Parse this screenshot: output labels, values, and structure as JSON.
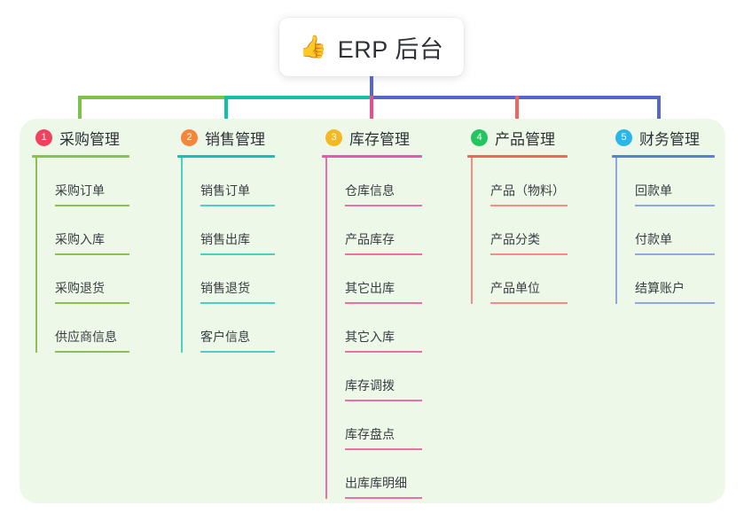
{
  "root": {
    "icon": "thumbs-up-icon",
    "emoji": "👍",
    "label": "ERP 后台"
  },
  "palette": {
    "panel_background": "#eef8e9",
    "page_background": "#ffffff",
    "root_stem": "#5566cc",
    "bus_green": "#7ec04a",
    "bus_teal": "#12bfa8",
    "bus_blue": "#5566cc",
    "text": "#2f3136"
  },
  "columns": [
    {
      "number": "1",
      "title": "采购管理",
      "badge_color": "#f0425e",
      "rule_color": "#8cc152",
      "leaf_color": "#8cc152",
      "spine_color": "#8cc152",
      "leaves": [
        {
          "label": "采购订单"
        },
        {
          "label": "采购入库"
        },
        {
          "label": "采购退货"
        },
        {
          "label": "供应商信息"
        }
      ]
    },
    {
      "number": "2",
      "title": "销售管理",
      "badge_color": "#f5873a",
      "rule_color": "#16c0b0",
      "leaf_color": "#4ecdc4",
      "spine_color": "#4ecdc4",
      "leaves": [
        {
          "label": "销售订单"
        },
        {
          "label": "销售出库"
        },
        {
          "label": "销售退货"
        },
        {
          "label": "客户信息"
        }
      ]
    },
    {
      "number": "3",
      "title": "库存管理",
      "badge_color": "#f5b820",
      "rule_color": "#e858a8",
      "leaf_color": "#ec6fa8",
      "spine_color": "#ec6fa8",
      "leaves": [
        {
          "label": "仓库信息"
        },
        {
          "label": "产品库存"
        },
        {
          "label": "其它出库"
        },
        {
          "label": "其它入库"
        },
        {
          "label": "库存调拨"
        },
        {
          "label": "库存盘点"
        },
        {
          "label": "出库库明细"
        }
      ]
    },
    {
      "number": "4",
      "title": "产品管理",
      "badge_color": "#22c55e",
      "rule_color": "#f4635c",
      "leaf_color": "#f58d86",
      "spine_color": "#f58d86",
      "leaves": [
        {
          "label": "产品（物料）",
          "wide": true
        },
        {
          "label": "产品分类"
        },
        {
          "label": "产品单位"
        }
      ]
    },
    {
      "number": "5",
      "title": "财务管理",
      "badge_color": "#29b6e8",
      "rule_color": "#5b7fd4",
      "leaf_color": "#8fa8e0",
      "spine_color": "#8fa8e0",
      "leaves": [
        {
          "label": "回款单"
        },
        {
          "label": "付款单"
        },
        {
          "label": "结算账户"
        }
      ]
    }
  ]
}
